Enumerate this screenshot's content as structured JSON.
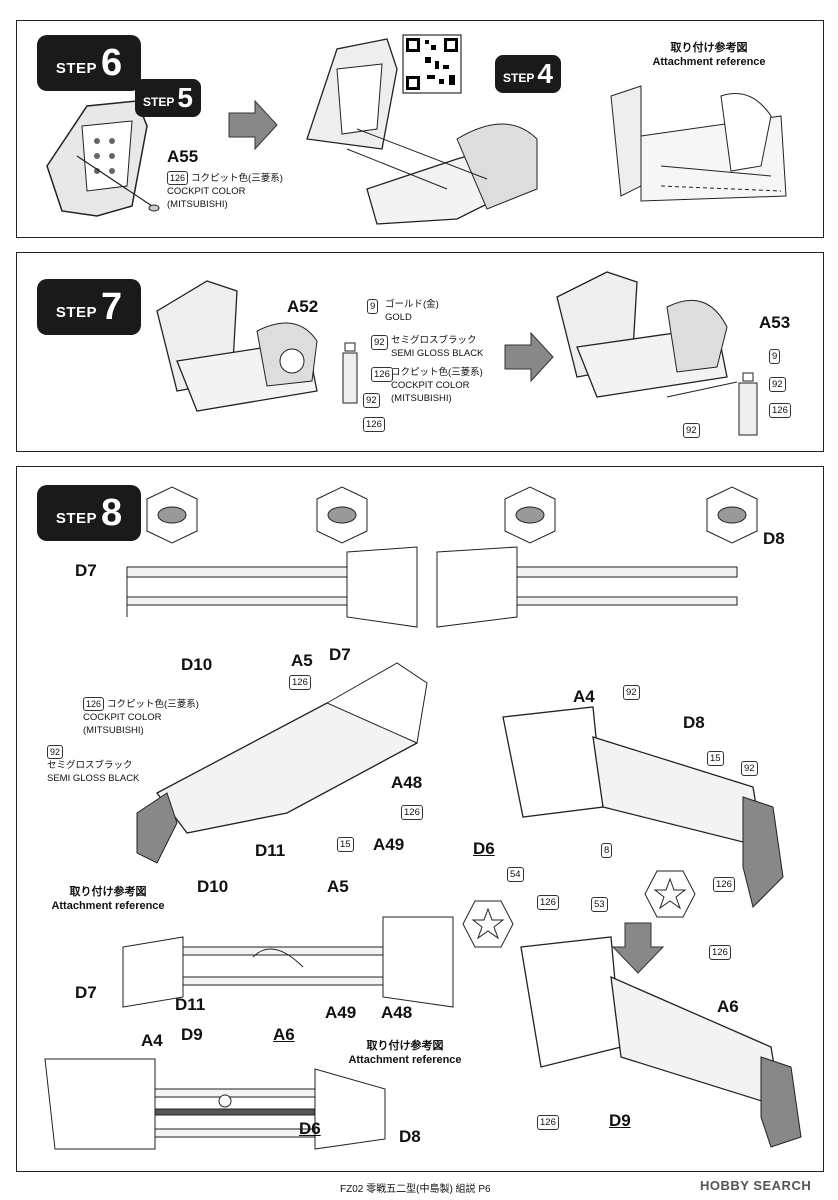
{
  "step6": {
    "word": "STEP",
    "number": "6",
    "sub_step5": "5",
    "sub_step4": "4",
    "part": "A55",
    "code": "126",
    "note_jp": "コクピット色(三菱系)",
    "note_en1": "COCKPIT COLOR",
    "note_en2": "(MITSUBISHI)",
    "ref_jp": "取り付け参考図",
    "ref_en": "Attachment reference"
  },
  "step7": {
    "word": "STEP",
    "number": "7",
    "part_a52": "A52",
    "part_a53": "A53",
    "code9": "9",
    "code92": "92",
    "code126": "126",
    "gold_jp": "ゴールド(金)",
    "gold_en": "GOLD",
    "sgb_jp": "セミグロスブラック",
    "sgb_en": "SEMI GLOSS BLACK",
    "cockpit_jp": "コクピット色(三菱系)",
    "cockpit_en1": "COCKPIT COLOR",
    "cockpit_en2": "(MITSUBISHI)"
  },
  "step8": {
    "word": "STEP",
    "number": "8",
    "d7": "D7",
    "d8": "D8",
    "d10": "D10",
    "d11": "D11",
    "a5": "A5",
    "a4": "A4",
    "a48": "A48",
    "a49": "A49",
    "d6": "D6",
    "a6": "A6",
    "d9": "D9",
    "code126": "126",
    "code92": "92",
    "code15": "15",
    "code8": "8",
    "code54": "54",
    "code53": "53",
    "cockpit_jp": "コクピット色(三菱系)",
    "cockpit_en1": "COCKPIT COLOR",
    "cockpit_en2": "(MITSUBISHI)",
    "sgb_jp": "セミグロスブラック",
    "sgb_en": "SEMI GLOSS BLACK",
    "ref_jp": "取り付け参考図",
    "ref_en": "Attachment reference"
  },
  "footer": {
    "text": "FZ02 零戦五二型(中島製) 組説 P6",
    "watermark": "HOBBY SEARCH"
  }
}
